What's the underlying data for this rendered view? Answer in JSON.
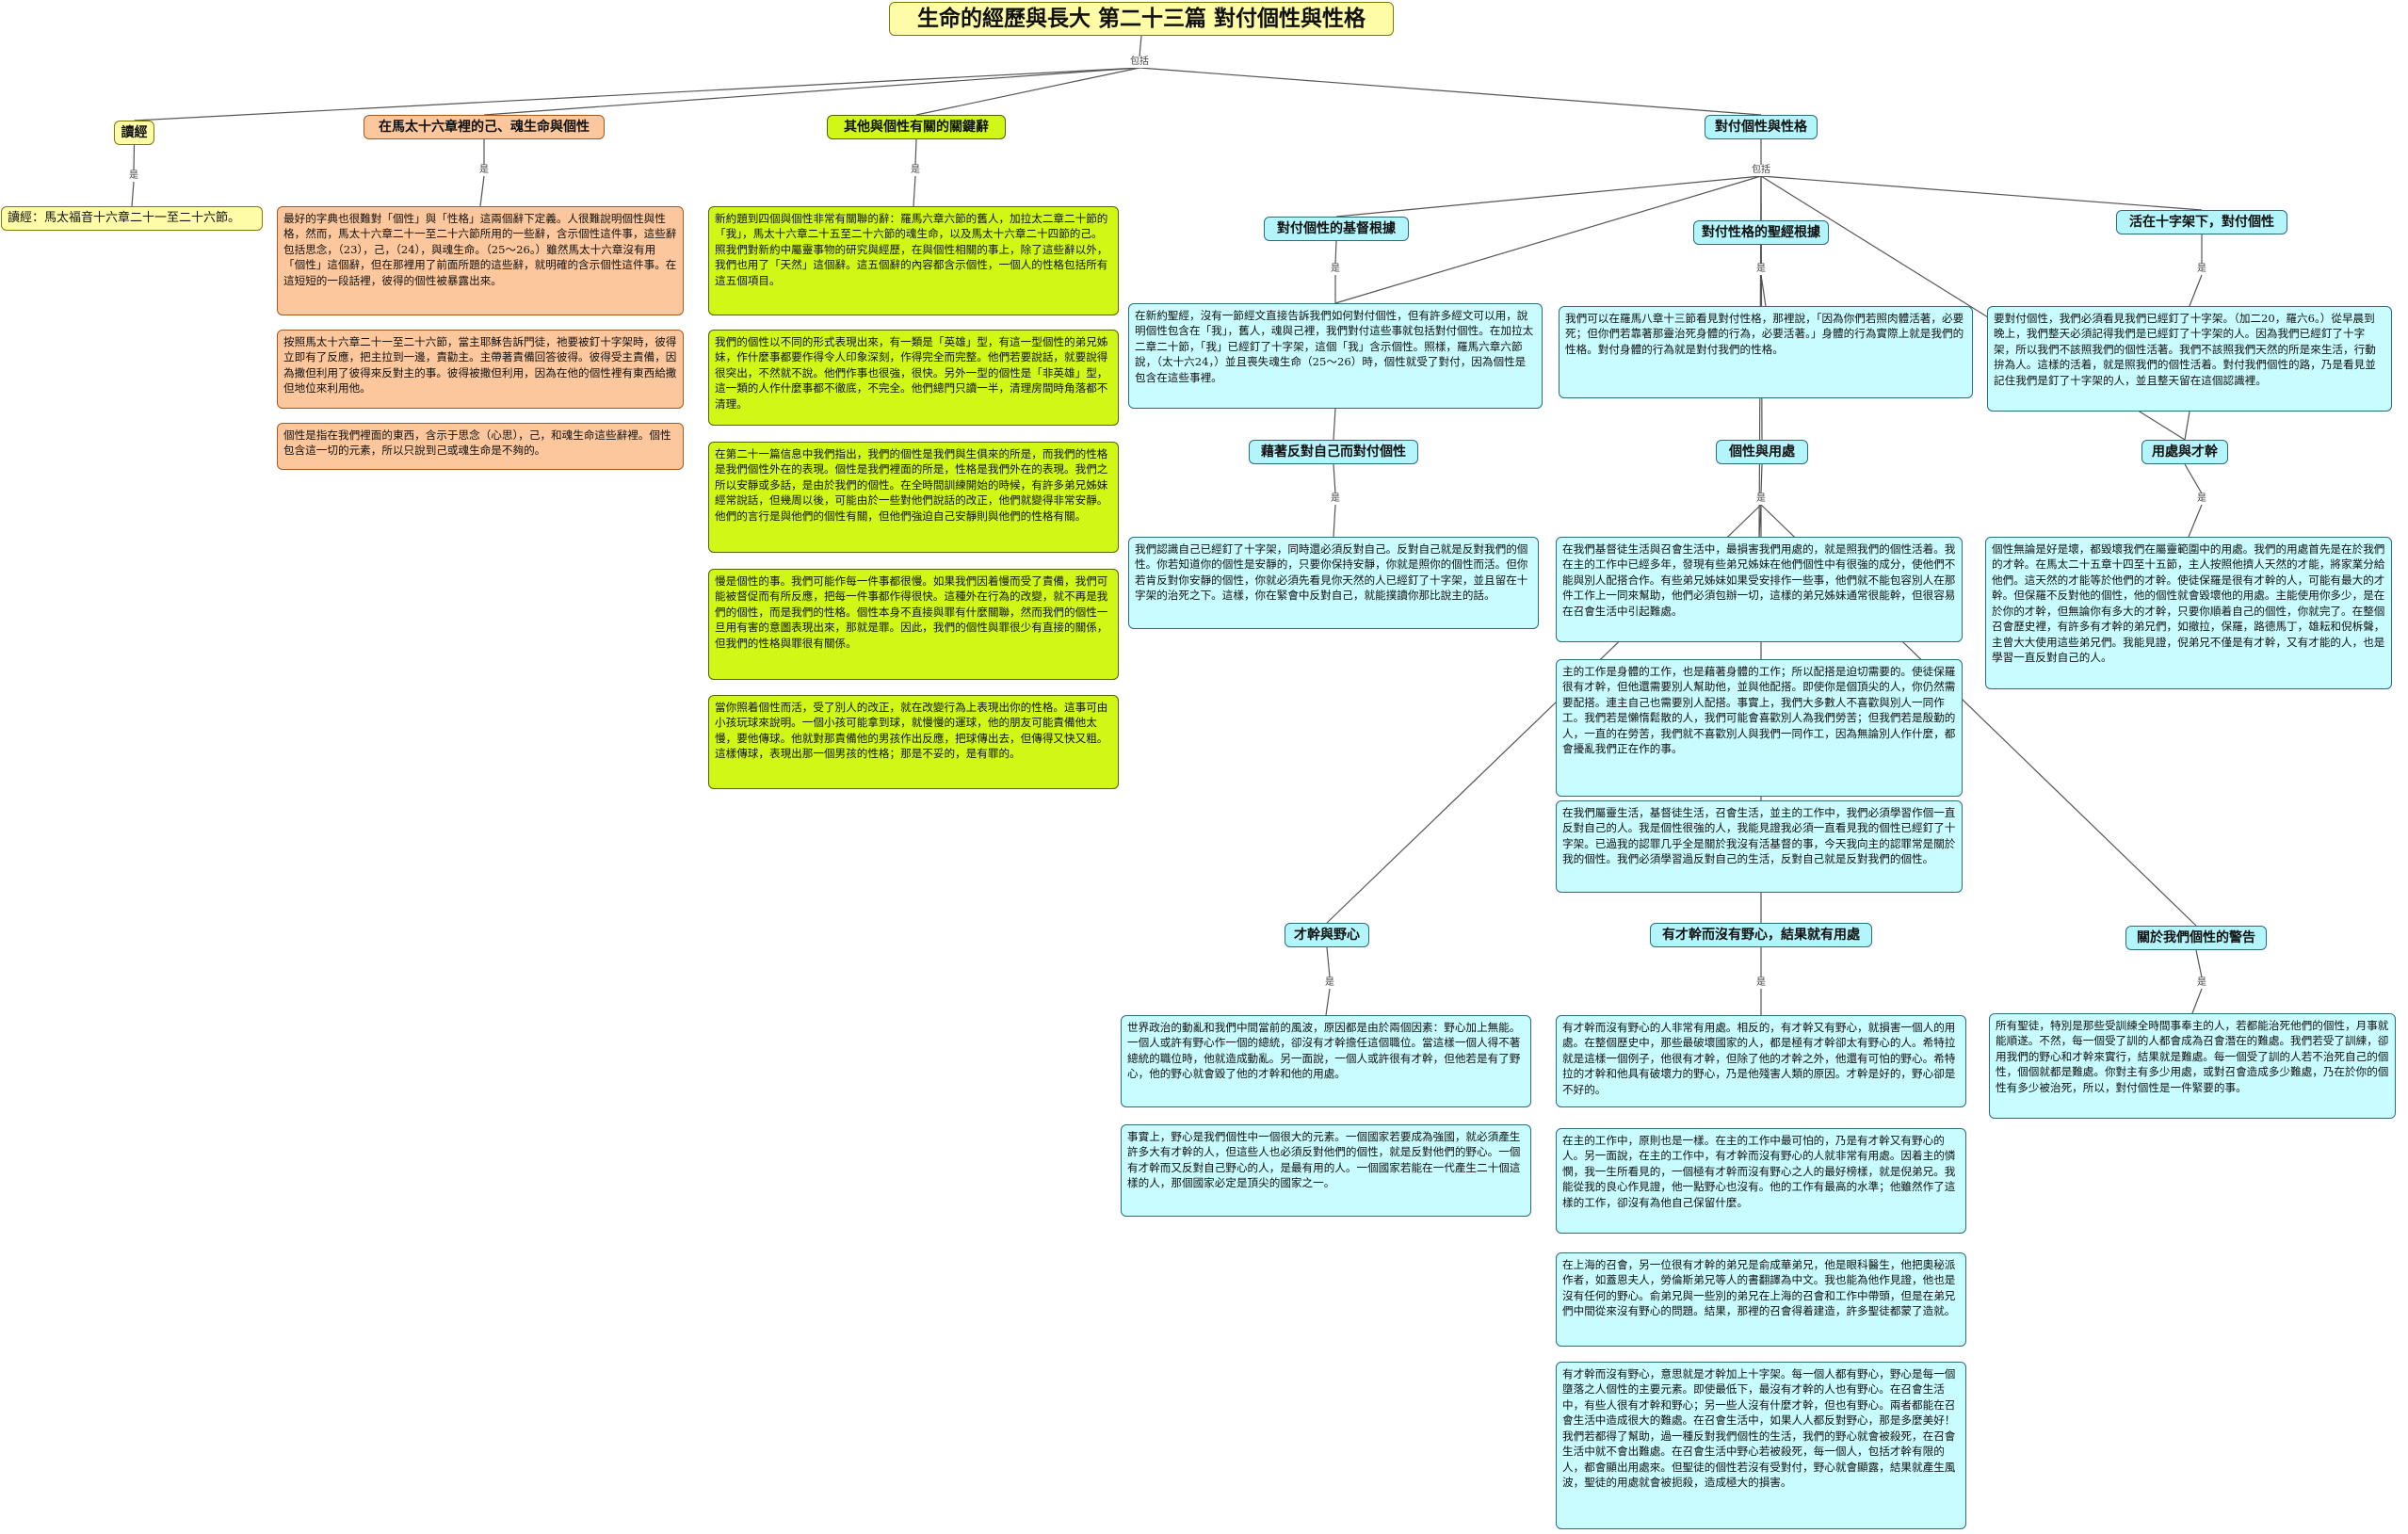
{
  "root": {
    "title": "生命的經歷與長大 第二十三篇 對付個性與性格"
  },
  "labels": {
    "include": "包括",
    "is": "是"
  },
  "reading": {
    "title": "讀經",
    "text": "讀經：馬太福音十六章二十一至二十六節。"
  },
  "mt16": {
    "title": "在馬太十六章裡的己、魂生命與個性",
    "notes": [
      "最好的字典也很難對「個性」與「性格」這兩個辭下定義。人很難說明個性與性格，然而，馬太十六章二十一至二十六節所用的一些辭，含示個性這件事，這些辭包括思念，（23），己，（24），與魂生命。（25～26。）雖然馬太十六章沒有用「個性」這個辭，但在那裡用了前面所題的這些辭，就明確的含示個性這件事。在這短短的一段話裡，彼得的個性被暴露出來。",
      "按照馬太十六章二十一至二十六節，當主耶穌告訴門徒，祂要被釘十字架時，彼得立即有了反應，把主拉到一邊，責勸主。主帶著責備回答彼得。彼得受主責備，因為撒但利用了彼得來反對主的事。彼得被撒但利用，因為在他的個性裡有東西給撒但地位來利用他。",
      "個性是指在我們裡面的東西，含示于思念（心思），己，和魂生命這些辭裡。個性包含這一切的元素，所以只說到己或魂生命是不夠的。"
    ]
  },
  "related": {
    "title": "其他與個性有關的關鍵辭",
    "notes": [
      "新約題到四個與個性非常有關聯的辭：羅馬六章六節的舊人，加拉太二章二十節的「我」，馬太十六章二十五至二十六節的魂生命，以及馬太十六章二十四節的己。照我們對新約中屬靈事物的研究與經歷，在與個性相關的事上，除了這些辭以外，我們也用了「天然」這個辭。這五個辭的內容都含示個性，一個人的性格包括所有這五個項目。",
      "我們的個性以不同的形式表現出來，有一類是「英雄」型，有這一型個性的弟兄姊妹，作什麼事都要作得令人印象深刻，作得完全而完整。他們若要說話，就要說得很突出，不然就不說。他們作事也很強，很快。另外一型的個性是「非英雄」型，這一類的人作什麼事都不徹底，不完全。他們總門只讀一半，清理房間時角落都不清理。",
      "在第二十一篇信息中我們指出，我們的個性是我們與生俱來的所是，而我們的性格是我們個性外在的表現。個性是我們裡面的所是，性格是我們外在的表現。我們之所以安靜或多話，是由於我們的個性。在全時間訓練開始的時候，有許多弟兄姊妹經常說話，但幾周以後，可能由於一些對他們說話的改正，他們就變得非常安靜。他們的言行是與他們的個性有關，但他們強迫自己安靜則與他們的性格有關。",
      "慢是個性的事。我們可能作每一件事都很慢。如果我們因着慢而受了責備，我們可能被督促而有所反應，把每一件事都作得很快。這種外在行為的改變，就不再是我們的個性，而是我們的性格。個性本身不直接與罪有什麼關聯，然而我們的個性一旦用有害的意圖表現出來，那就是罪。因此，我們的個性與罪很少有直接的關係，但我們的性格與罪很有關係。",
      "當你照着個性而活，受了別人的改正，就在改變行為上表現出你的性格。這事可由小孩玩球來說明。一個小孩可能拿到球，就慢慢的運球，他的朋友可能責備他太慢，要他傳球。他就對那責備他的男孩作出反應，把球傳出去，但傳得又快又粗。這樣傳球，表現出那一個男孩的性格；那是不妥的，是有罪的。"
    ]
  },
  "deal": {
    "title": "對付個性與性格",
    "roots_personality": {
      "title": "對付個性的基督根據",
      "note": "在新約聖經，沒有一節經文直接告訴我們如何對付個性，但有許多經文可以用，說明個性包含在「我」，舊人，魂與己裡，我們對付這些事就包括對付個性。在加拉太二章二十節，「我」已經釘了十字架，這個「我」含示個性。照樣，羅馬六章六節說，（太十六24，）並且喪失魂生命（25～26）時，個性就受了對付，因為個性是包含在這些事裡。",
      "sub": {
        "title": "藉著反對自己而對付個性",
        "note": "我們認識自己已經釘了十字架，同時還必須反對自己。反對自己就是反對我們的個性。你若知道你的個性是安靜的，只要你保持安靜，你就是照你的個性而活。但你若肯反對你安靜的個性，你就必須先看見你天然的人已經釘了十字架，並且留在十字架的治死之下。這樣，你在緊會中反對自己，就能撲讀你那比說主的話。",
        "child": {
          "title": "才幹與野心",
          "notes": [
            "世界政治的動亂和我們中間當前的風波，原因都是由於兩個因素：野心加上無能。一個人或許有野心作一個的總統，卻沒有才幹擔任這個職位。當這樣一個人得不著總統的職位時，他就造成動亂。另一面說，一個人或許很有才幹，但他若是有了野心，他的野心就會毀了他的才幹和他的用處。",
            "事實上，野心是我們個性中一個很大的元素。一個國家若要成為強國，就必須產生許多大有才幹的人，但這些人也必須反對他們的個性，就是反對他們的野心。一個有才幹而又反對自己野心的人，是最有用的人。一個國家若能在一代產生二十個這樣的人，那個國家必定是頂尖的國家之一。"
          ]
        }
      }
    },
    "roots_character": {
      "title": "對付性格的聖經根據",
      "note": "我們可以在羅馬八章十三節看見對付性格，那裡說，「因為你們若照肉體活著，必要死；但你們若靠著那靈治死身體的行為，必要活著。」身體的行為實際上就是我們的性格。對付身體的行為就是對付我們的性格。",
      "sub": {
        "title": "個性與用處",
        "notes": [
          "在我們基督徒生活與召會生活中，最損害我們用處的，就是照我們的個性活着。我在主的工作中已經多年，發現有些弟兄姊妹在他們個性中有很強的成分，使他們不能與別人配搭合作。有些弟兄姊妹如果受安排作一些事，他們就不能包容別人在那件工作上一同來幫助，他們必須包辦一切，這樣的弟兄姊妹通常很能幹，但很容易在召會生活中引起難處。",
          "主的工作是身體的工作，也是藉著身體的工作；所以配搭是迫切需要的。使徒保羅很有才幹，但他還需要別人幫助他，並與他配搭。即使你是個頂尖的人，你仍然需要配搭。連主自己也需要別人配搭。事實上，我們大多數人不喜歡與別人一同作工。我們若是懶惰鬆散的人，我們可能會喜歡別人為我們勞苦；但我們若是殷勤的人，一直的在勞苦，我們就不喜歡別人與我們一同作工，因為無論別人作什麼，都會擾亂我們正在作的事。",
          "在我們屬靈生活，基督徒生活，召會生活，並主的工作中，我們必須學習作個一直反對自己的人。我是個性很強的人，我能見證我必須一直看見我的個性已經釘了十字架。已過我的認罪几乎全是關於我沒有活基督的事，今天我向主的認罪常是關於我的個性。我們必須學習過反對自己的生活，反對自己就是反對我們的個性。"
        ],
        "child": {
          "title": "有才幹而沒有野心，結果就有用處",
          "notes": [
            "有才幹而沒有野心的人非常有用處。相反的，有才幹又有野心，就損害一個人的用處。在整個歷史中，那些最破壞國家的人，都是極有才幹卻太有野心的人。希特拉就是這樣一個例子，他很有才幹，但除了他的才幹之外，他還有可怕的野心。希特拉的才幹和他具有破壞力的野心，乃是他殘害人類的原因。才幹是好的，野心卻是不好的。",
            "在主的工作中，原則也是一樣。在主的工作中最可怕的，乃是有才幹又有野心的人。另一面說，在主的工作中，有才幹而沒有野心的人就非常有用處。因着主的憐憫，我一生所看見的，一個極有才幹而沒有野心之人的最好榜樣，就是倪弟兄。我能從我的良心作見證，他一點野心也沒有。他的工作有最高的水準；他雖然作了這樣的工作，卻沒有為他自己保留什麼。",
            "在上海的召會，另一位很有才幹的弟兄是俞成華弟兄，他是眼科醫生，他把奧秘派作者，如蓋恩夫人，勞倫斯弟兄等人的書翻譯為中文。我也能為他作見證，他也是沒有任何的野心。俞弟兄與一些別的弟兄在上海的召會和工作中帶頭，但是在弟兄們中間從來沒有野心的問題。結果，那裡的召會得着建造，許多聖徒都蒙了造就。",
            "有才幹而沒有野心，意思就是才幹加上十字架。每一個人都有野心，野心是每一個墮落之人個性的主要元素。即使最低下，最沒有才幹的人也有野心。在召會生活中，有些人很有才幹和野心；另一些人沒有什麼才幹，但也有野心。兩者都能在召會生活中造成很大的難處。在召會生活中，如果人人都反對野心，那是多麼美好！我們若都得了幫助，過一種反對我們個性的生活，我們的野心就會被殺死，在召會生活中就不會出難處。在召會生活中野心若被殺死，每一個人，包括才幹有限的人，都會顯出用處來。但聖徒的個性若沒有受對付，野心就會顯露，結果就產生風波，聖徒的用處就會被扼殺，造成極大的損害。"
          ]
        }
      }
    },
    "cross": {
      "title": "活在十字架下，對付個性",
      "note": "要對付個性，我們必須看見我們已經釘了十字架。（加二20，羅六6。）從早晨到晚上，我們整天必須記得我們是已經釘了十字架的人。因為我們已經釘了十字架，所以我們不該照我們的個性活著。我們不該照我們天然的所是來生活，行動拚為人。這樣的活着，就是照我們的個性活着。對付我們個性的路，乃是看見並記住我們是釘了十字架的人，並且整天留在這個認識裡。",
      "sub": {
        "title": "用處與才幹",
        "note": "個性無論是好是壞，都毀壞我們在屬靈範圍中的用處。我們的用處首先是在於我們的才幹。在馬太二十五章十四至十五節，主人按照他擠人天然的才能，將家業分給他們。這天然的才能等於他們的才幹。使徒保羅是很有才幹的人，可能有最大的才幹。但保羅不反對他的個性，他的個性就會毀壞他的用處。主能使用你多少，是在於你的才幹，但無論你有多大的才幹，只要你順着自己的個性，你就完了。在整個召會歷史裡，有許多有才幹的弟兄們，如撤拉，保羅，路德馬丁，雄耘和倪柝聲，主曾大大使用這些弟兄們。我能見證，倪弟兄不僅是有才幹，又有才能的人，也是學習一直反對自己的人。",
        "child": {
          "title": "關於我們個性的警告",
          "note": "所有聖徒，特別是那些受訓練全時間事奉主的人，若都能治死他們的個性，月事就能順遂。不然，每一個受了訓的人都會成為召會潛在的難處。我們若受了訓練，卻用我們的野心和才幹來實行，結果就是難處。每一個受了訓的人若不治死自己的個性，個個就都是難處。你對主有多少用處，或對召會造成多少難處，乃在於你的個性有多少被治死，所以，對付個性是一件緊要的事。"
        }
      }
    }
  }
}
